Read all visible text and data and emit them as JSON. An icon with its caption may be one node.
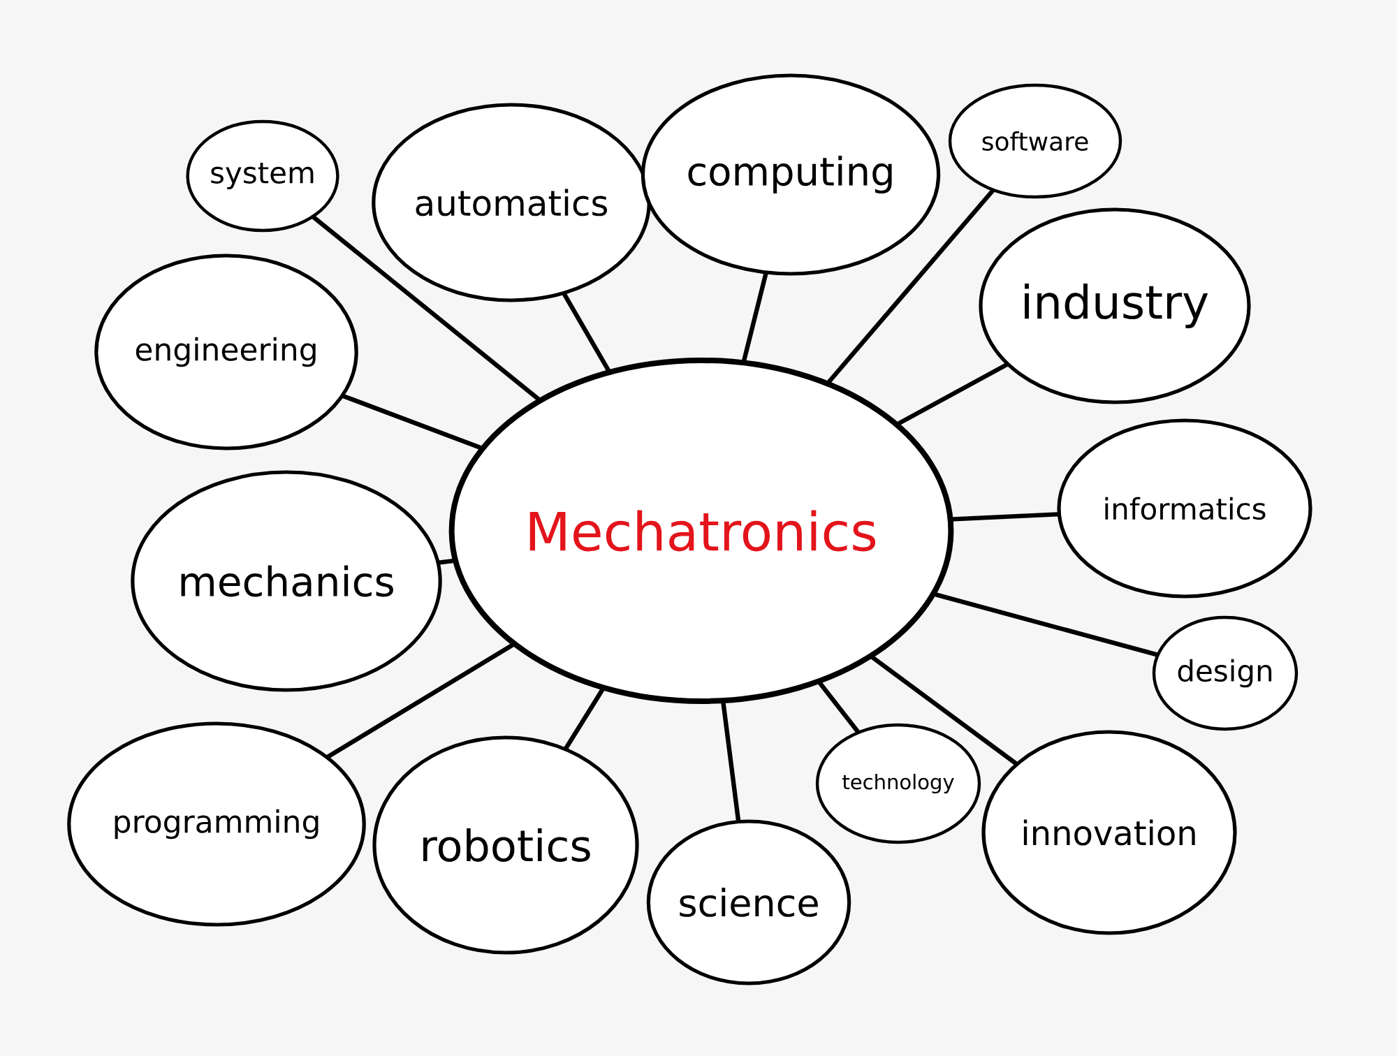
{
  "diagram": {
    "nodes": [
      {
        "text": [
          "Mechatronics"
        ]
      },
      {
        "text": [
          "system"
        ]
      },
      {
        "text": [
          "automatics"
        ]
      },
      {
        "text": [
          "computing"
        ]
      },
      {
        "text": [
          "software"
        ]
      },
      {
        "text": [
          "engineering"
        ]
      },
      {
        "text": [
          "industry"
        ]
      },
      {
        "text": [
          "mechanics"
        ]
      },
      {
        "text": [
          "informatics"
        ]
      },
      {
        "text": [
          "design"
        ]
      },
      {
        "text": [
          "programming"
        ]
      },
      {
        "text": [
          "robotics"
        ]
      },
      {
        "text": [
          "technology"
        ]
      },
      {
        "text": [
          "innovation"
        ]
      },
      {
        "text": [
          "science"
        ]
      }
    ],
    "edges": [
      {
        "from": 0,
        "to": 1,
        "arrow": "none"
      },
      {
        "from": 0,
        "to": 2,
        "arrow": "none"
      },
      {
        "from": 0,
        "to": 3,
        "arrow": "none"
      },
      {
        "from": 0,
        "to": 4,
        "arrow": "none"
      },
      {
        "from": 0,
        "to": 5,
        "arrow": "none"
      },
      {
        "from": 0,
        "to": 6,
        "arrow": "none"
      },
      {
        "from": 0,
        "to": 7,
        "arrow": "none"
      },
      {
        "from": 0,
        "to": 8,
        "arrow": "none"
      },
      {
        "from": 0,
        "to": 9,
        "arrow": "none"
      },
      {
        "from": 0,
        "to": 10,
        "arrow": "none"
      },
      {
        "from": 0,
        "to": 11,
        "arrow": "none"
      },
      {
        "from": 0,
        "to": 12,
        "arrow": "none"
      },
      {
        "from": 0,
        "to": 13,
        "arrow": "none"
      },
      {
        "from": 0,
        "to": 14,
        "arrow": "none"
      }
    ]
  }
}
